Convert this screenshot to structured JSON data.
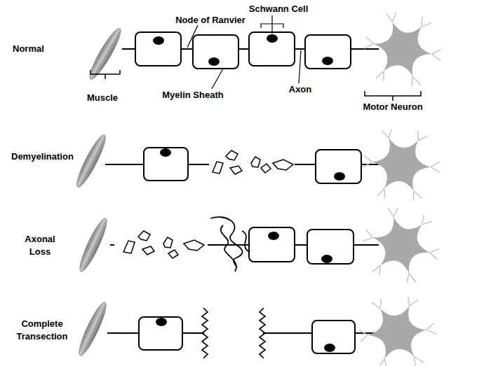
{
  "diagram": {
    "labels": [
      "Schwann Cell",
      "Node of Ranvier",
      "Normal",
      "Axon",
      "Myelin Sheath",
      "Muscle",
      "Motor Neuron",
      "Demyelination",
      "Axonal Loss",
      "Complete Transection"
    ]
  }
}
